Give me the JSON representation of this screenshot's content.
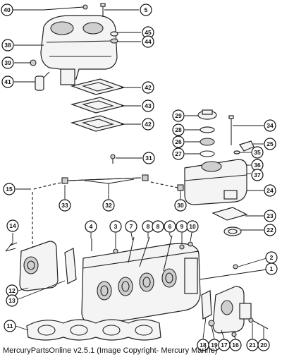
{
  "caption": "MercuryPartsOnline v2.5.1 (Image Copyright- Mercury Marine)",
  "callouts": [
    "40",
    "5",
    "45",
    "44",
    "38",
    "39",
    "41",
    "42",
    "43",
    "42",
    "29",
    "28",
    "26",
    "27",
    "34",
    "25",
    "31",
    "35",
    "36",
    "37",
    "24",
    "15",
    "33",
    "32",
    "30",
    "23",
    "22",
    "14",
    "4",
    "3",
    "7",
    "8",
    "8",
    "6",
    "9",
    "10",
    "2",
    "1",
    "12",
    "13",
    "11",
    "18",
    "19",
    "17",
    "16",
    "21",
    "20"
  ],
  "colors": {
    "ink": "#111111",
    "paper": "#ffffff",
    "shade": "#cfcfcf"
  }
}
